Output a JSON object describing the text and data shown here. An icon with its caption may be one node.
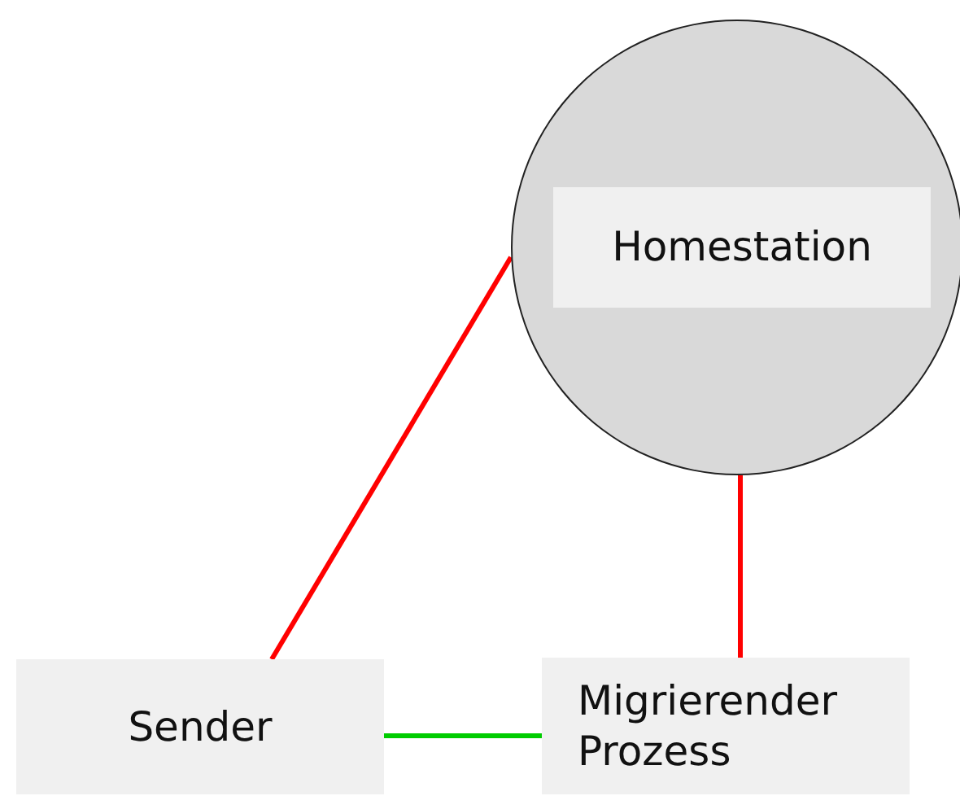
{
  "diagram": {
    "nodes": [
      {
        "text": [],
        "shape": "circle"
      },
      {
        "text": [
          "Homestation"
        ],
        "in": 0
      },
      {
        "text": [
          "Sender"
        ]
      },
      {
        "text": [
          "Migrierender Prozess"
        ]
      }
    ],
    "edges": [
      {
        "from": 0,
        "to": 2,
        "arrow": "none"
      },
      {
        "from": 0,
        "to": 3,
        "arrow": "none"
      },
      {
        "from": 2,
        "to": 3,
        "arrow": "none",
        "color": "#00cc00"
      }
    ]
  }
}
